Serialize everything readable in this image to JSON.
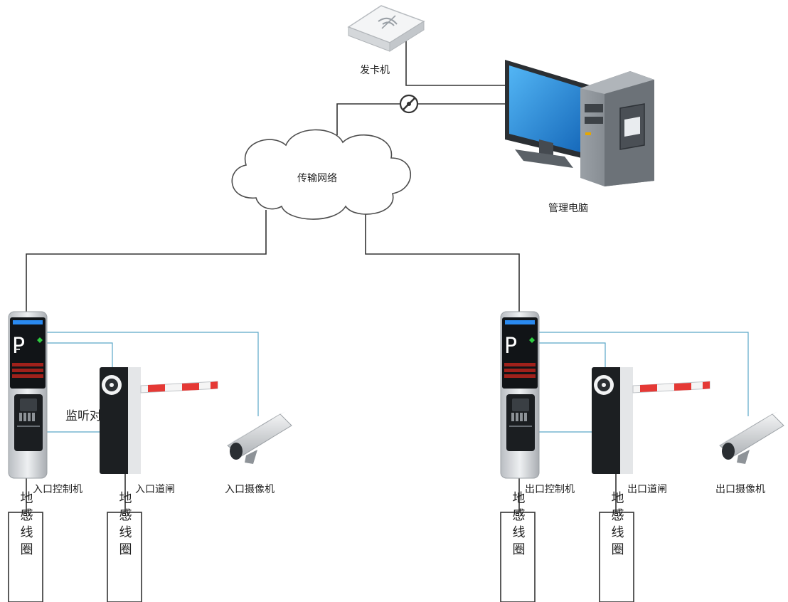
{
  "labels": {
    "card_issuer": "发卡机",
    "management_pc": "管理电脑",
    "network": "传输网络",
    "intercom": "监听对讲",
    "entry_controller": "入口控制机",
    "entry_barrier": "入口道闸",
    "entry_camera": "入口摄像机",
    "exit_controller": "出口控制机",
    "exit_barrier": "出口道闸",
    "exit_camera": "出口摄像机",
    "loop_text": "地感线圈"
  },
  "controller_sign": "P",
  "colors": {
    "wire": "#333333",
    "signal_wire": "#5aa6c8",
    "monitor_screen": "#1e88d6",
    "barrier_red": "#e53935",
    "sign_green": "#2ecc40"
  }
}
